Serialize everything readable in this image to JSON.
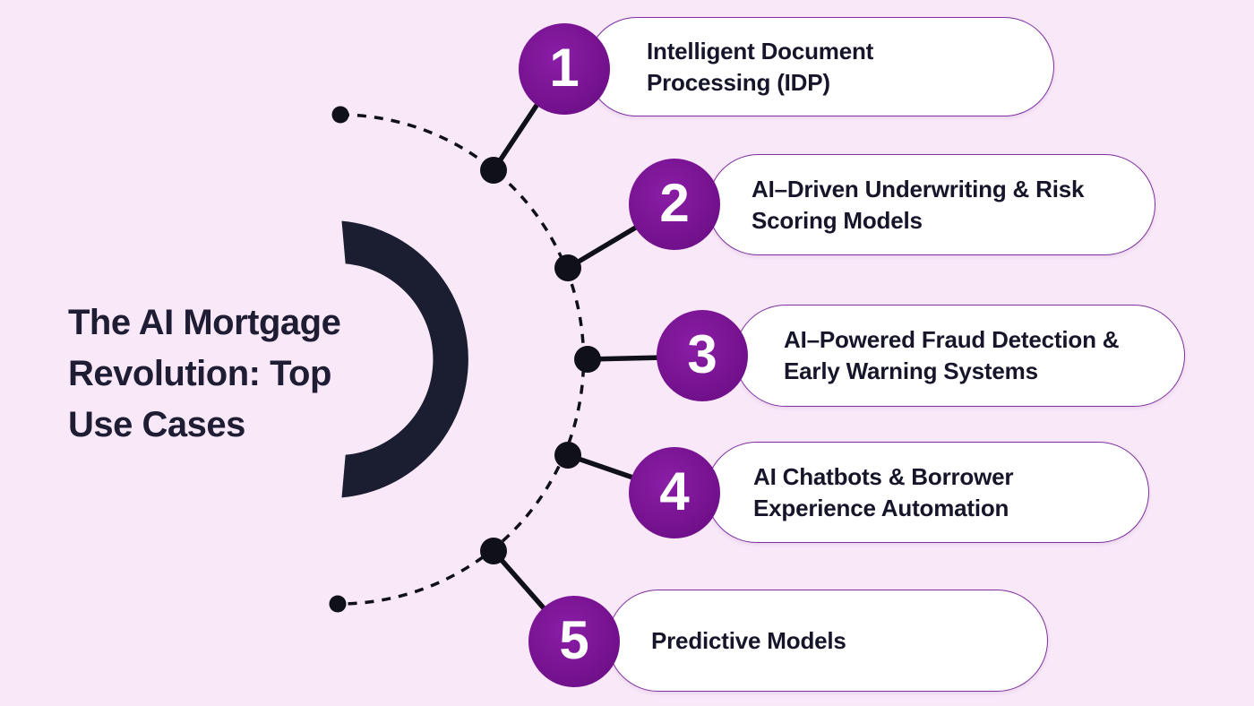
{
  "title": "The AI Mortgage\nRevolution: Top\nUse Cases",
  "items": [
    {
      "number": "1",
      "label": "Intelligent Document\nProcessing (IDP)"
    },
    {
      "number": "2",
      "label": "AI–Driven Underwriting & Risk\nScoring Models"
    },
    {
      "number": "3",
      "label": "AI–Powered Fraud Detection &\nEarly Warning Systems"
    },
    {
      "number": "4",
      "label": "AI Chatbots & Borrower\nExperience Automation"
    },
    {
      "number": "5",
      "label": "Predictive Models"
    }
  ],
  "colors": {
    "background": "#f8e8f8",
    "accent_purple": "#7a1494",
    "pill_border": "#7e2fa0",
    "pill_background": "#ffffff",
    "title_text": "#1e1d33",
    "label_text": "#16152a",
    "diagram_dark_ring": "#1a1e30",
    "diagram_lines": "#101018",
    "badge_number_text": "#ffffff"
  }
}
